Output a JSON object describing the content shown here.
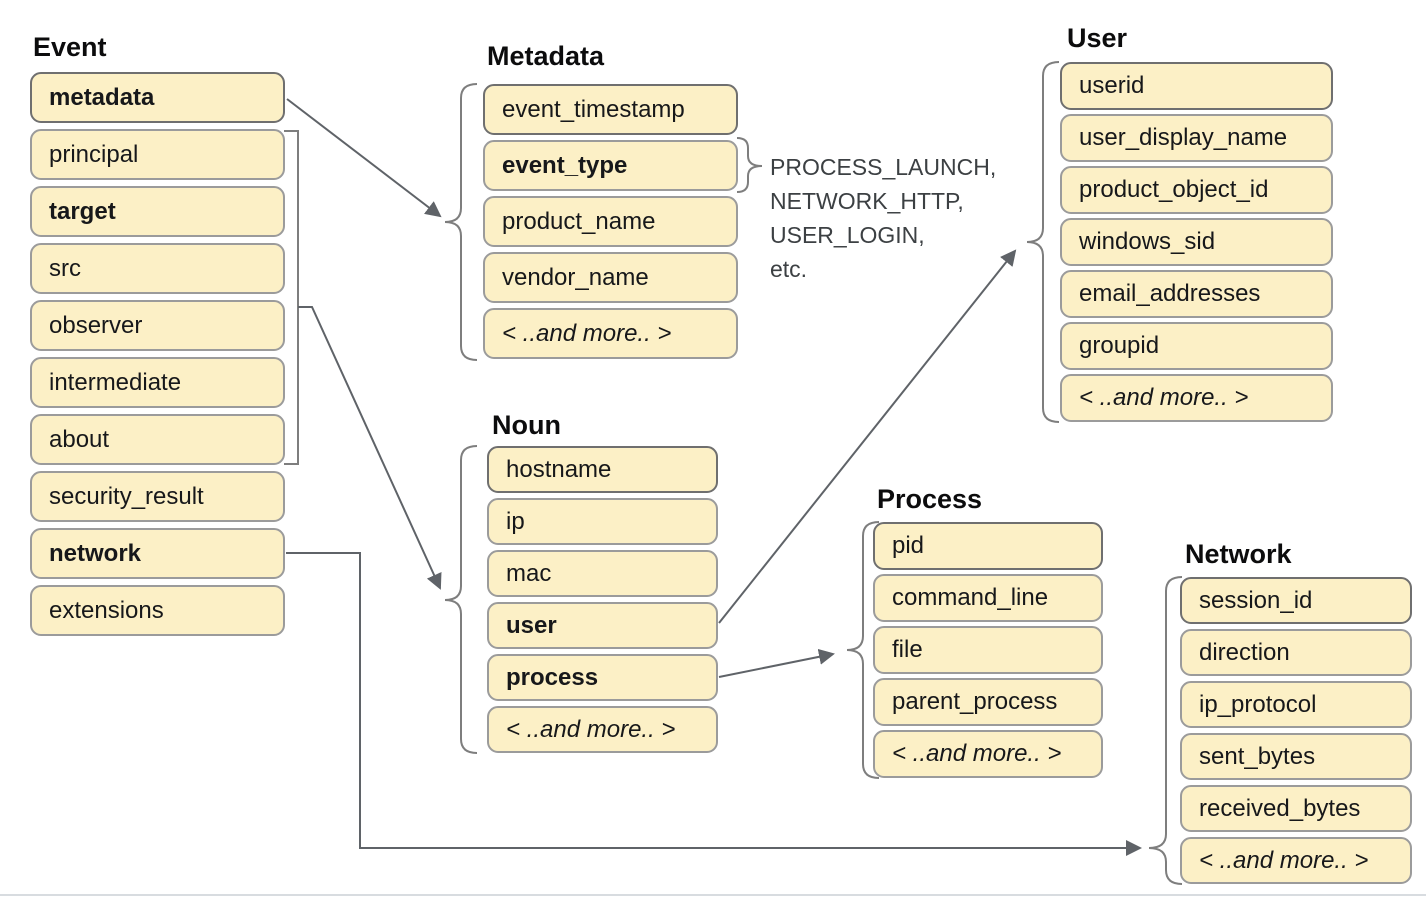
{
  "diagram": {
    "groups": [
      {
        "id": "event",
        "title": "Event",
        "items": [
          {
            "label": "metadata",
            "bold": true
          },
          {
            "label": "principal"
          },
          {
            "label": "target",
            "bold": true
          },
          {
            "label": "src"
          },
          {
            "label": "observer"
          },
          {
            "label": "intermediate"
          },
          {
            "label": "about"
          },
          {
            "label": "security_result"
          },
          {
            "label": "network",
            "bold": true
          },
          {
            "label": "extensions"
          }
        ]
      },
      {
        "id": "metadata",
        "title": "Metadata",
        "items": [
          {
            "label": "event_timestamp"
          },
          {
            "label": "event_type",
            "bold": true
          },
          {
            "label": "product_name"
          },
          {
            "label": "vendor_name"
          },
          {
            "label": "< ..and more.. >",
            "italic": true
          }
        ]
      },
      {
        "id": "noun",
        "title": "Noun",
        "items": [
          {
            "label": "hostname"
          },
          {
            "label": "ip"
          },
          {
            "label": "mac"
          },
          {
            "label": "user",
            "bold": true
          },
          {
            "label": "process",
            "bold": true
          },
          {
            "label": "< ..and more.. >",
            "italic": true
          }
        ]
      },
      {
        "id": "user",
        "title": "User",
        "items": [
          {
            "label": "userid"
          },
          {
            "label": "user_display_name"
          },
          {
            "label": "product_object_id"
          },
          {
            "label": "windows_sid"
          },
          {
            "label": "email_addresses"
          },
          {
            "label": "groupid"
          },
          {
            "label": "< ..and more.. >",
            "italic": true
          }
        ]
      },
      {
        "id": "process",
        "title": "Process",
        "items": [
          {
            "label": "pid"
          },
          {
            "label": "command_line"
          },
          {
            "label": "file"
          },
          {
            "label": "parent_process"
          },
          {
            "label": "< ..and more.. >",
            "italic": true
          }
        ]
      },
      {
        "id": "network",
        "title": "Network",
        "items": [
          {
            "label": "session_id"
          },
          {
            "label": "direction"
          },
          {
            "label": "ip_protocol"
          },
          {
            "label": "sent_bytes"
          },
          {
            "label": "received_bytes"
          },
          {
            "label": "< ..and more.. >",
            "italic": true
          }
        ]
      }
    ],
    "annotation": {
      "lines": [
        "PROCESS_LAUNCH,",
        "NETWORK_HTTP,",
        "USER_LOGIN,",
        "etc."
      ]
    },
    "colors": {
      "box_fill": "#FCF0C6",
      "box_border": "#9B9B9B",
      "box_border_dark": "#6F6F6F",
      "connector": "#5F6368",
      "brace": "#7E7E7E",
      "text": "#17181A",
      "annotation_text": "#3C4043",
      "divider": "#D8DCE0"
    }
  }
}
